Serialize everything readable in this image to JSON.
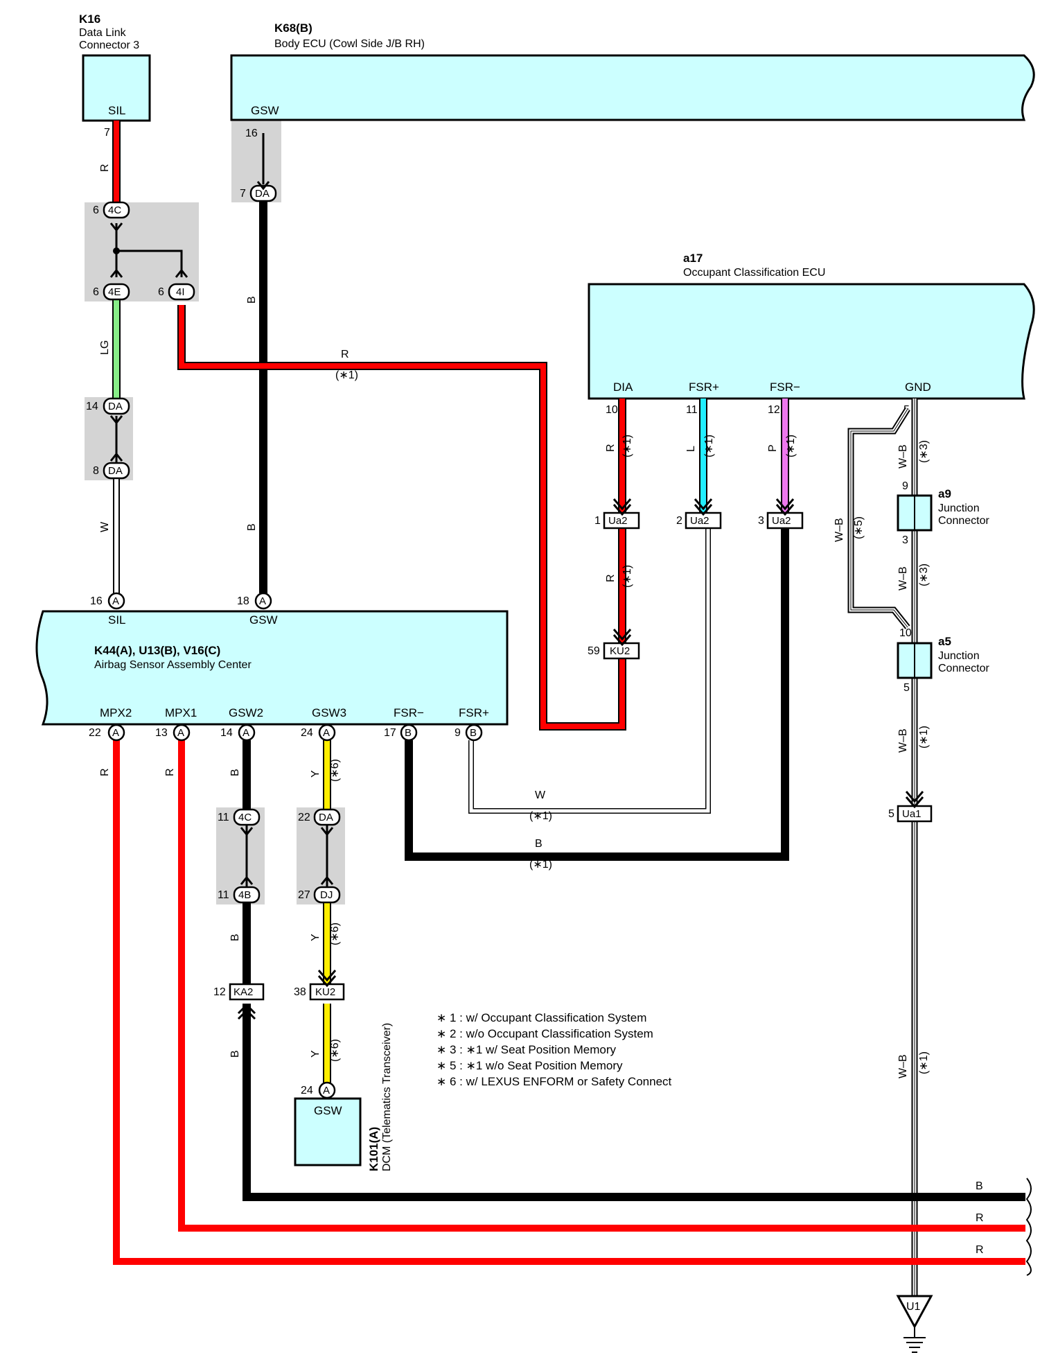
{
  "colors": {
    "R": "#ff0000",
    "B": "#000000",
    "LG": "#88ee88",
    "W": "#ffffff",
    "L": "#22eeff",
    "P": "#ee77ee",
    "Y": "#ffee00",
    "component_fill": "#ccffff",
    "shade": "#d4d4d4"
  },
  "components": {
    "k16": {
      "code": "K16",
      "name_line1": "Data Link",
      "name_line2": "Connector 3",
      "pin_label": "SIL",
      "pin_no": "7"
    },
    "k68": {
      "code": "K68(B)",
      "name": "Body ECU (Cowl Side J/B RH)",
      "pin_label": "GSW",
      "pin_no": "16"
    },
    "a17": {
      "code": "a17",
      "name": "Occupant Classification ECU",
      "pins": [
        {
          "label": "DIA",
          "no": "10"
        },
        {
          "label": "FSR+",
          "no": "11"
        },
        {
          "label": "FSR−",
          "no": "12"
        },
        {
          "label": "GND",
          "no": "5"
        }
      ]
    },
    "airbag": {
      "code": "K44(A), U13(B), V16(C)",
      "name": "Airbag Sensor Assembly Center",
      "top_pins": [
        {
          "label": "SIL",
          "no": "16",
          "conn": "A"
        },
        {
          "label": "GSW",
          "no": "18",
          "conn": "A"
        }
      ],
      "bottom_pins": [
        {
          "label": "MPX2",
          "no": "22",
          "conn": "A"
        },
        {
          "label": "MPX1",
          "no": "13",
          "conn": "A"
        },
        {
          "label": "GSW2",
          "no": "14",
          "conn": "A"
        },
        {
          "label": "GSW3",
          "no": "24",
          "conn": "A"
        },
        {
          "label": "FSR−",
          "no": "17",
          "conn": "B"
        },
        {
          "label": "FSR+",
          "no": "9",
          "conn": "B"
        }
      ]
    },
    "k101": {
      "code": "K101(A)",
      "name": "DCM (Telematics Transceiver)",
      "pin_label": "GSW",
      "pin_no": "24",
      "conn": "A"
    },
    "a9": {
      "code": "a9",
      "name_line1": "Junction",
      "name_line2": "Connector",
      "pin_top": "9",
      "pin_bottom": "3"
    },
    "a5": {
      "code": "a5",
      "name_line1": "Junction",
      "name_line2": "Connector",
      "pin_top": "10",
      "pin_bottom": "5"
    },
    "ground": {
      "code": "U1"
    }
  },
  "connectors": {
    "c4c_top": {
      "id": "4C",
      "pin": "6"
    },
    "c4e": {
      "id": "4E",
      "pin": "6"
    },
    "c4i": {
      "id": "4I",
      "pin": "6"
    },
    "cda14": {
      "id": "DA",
      "pin": "14"
    },
    "cda8": {
      "id": "DA",
      "pin": "8"
    },
    "cda7": {
      "id": "DA",
      "pin": "7"
    },
    "ua2_1": {
      "id": "Ua2",
      "pin": "1"
    },
    "ua2_2": {
      "id": "Ua2",
      "pin": "2"
    },
    "ua2_3": {
      "id": "Ua2",
      "pin": "3"
    },
    "ku2_59": {
      "id": "KU2",
      "pin": "59"
    },
    "ua1_5": {
      "id": "Ua1",
      "pin": "5"
    },
    "c4c_11": {
      "id": "4C",
      "pin": "11"
    },
    "c4b_11": {
      "id": "4B",
      "pin": "11"
    },
    "cda22": {
      "id": "DA",
      "pin": "22"
    },
    "cdj27": {
      "id": "DJ",
      "pin": "27"
    },
    "ka2_12": {
      "id": "KA2",
      "pin": "12"
    },
    "ku2_38": {
      "id": "KU2",
      "pin": "38"
    }
  },
  "wire_labels": {
    "r": "R",
    "b": "B",
    "lg": "LG",
    "w": "W",
    "l": "L",
    "p": "P",
    "y": "Y",
    "wb": "W–B",
    "n1": "(∗1)",
    "n3": "(∗3)",
    "n5": "(∗5)",
    "n6": "(∗6)"
  },
  "notes": [
    "∗ 1 : w/ Occupant Classification System",
    "∗ 2 : w/o Occupant Classification System",
    "∗ 3 : ∗1 w/ Seat Position Memory",
    "∗ 5 : ∗1 w/o Seat Position Memory",
    "∗ 6 : w/ LEXUS ENFORM or Safety Connect"
  ]
}
